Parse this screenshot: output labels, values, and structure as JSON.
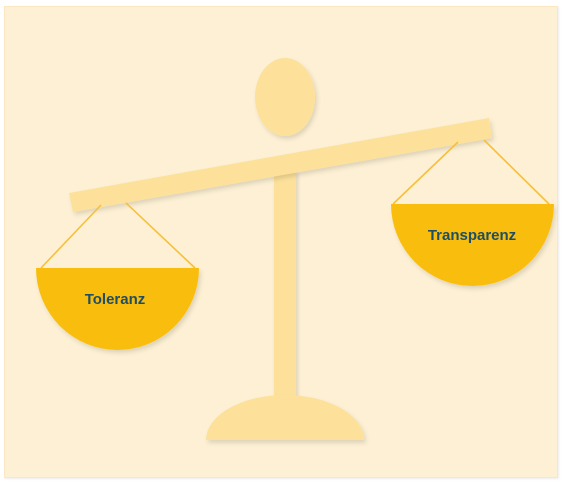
{
  "diagram": {
    "type": "balance-scale",
    "tilt": "right-side-up",
    "left_pan": {
      "label": "Toleranz"
    },
    "right_pan": {
      "label": "Transparenz"
    }
  },
  "colors": {
    "background": "#fdf0d4",
    "scale_body": "#fde19a",
    "pan_fill": "#f8bd0b",
    "strings": "#f6c03a",
    "label_text": "#1f4e62"
  }
}
